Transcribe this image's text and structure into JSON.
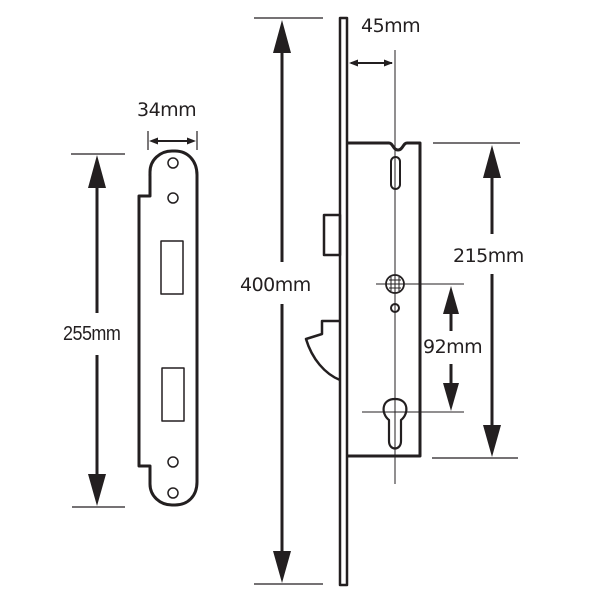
{
  "diagram": {
    "subject": "multipoint lock with strike plate",
    "colors": {
      "ink": "#231f20",
      "background": "#ffffff"
    },
    "strike_plate": {
      "width_label": "34mm",
      "height_label": "255mm"
    },
    "lock_body": {
      "faceplate_length_label": "400mm",
      "backset_label": "45mm",
      "case_height_label": "215mm",
      "centres_label": "92mm"
    }
  }
}
